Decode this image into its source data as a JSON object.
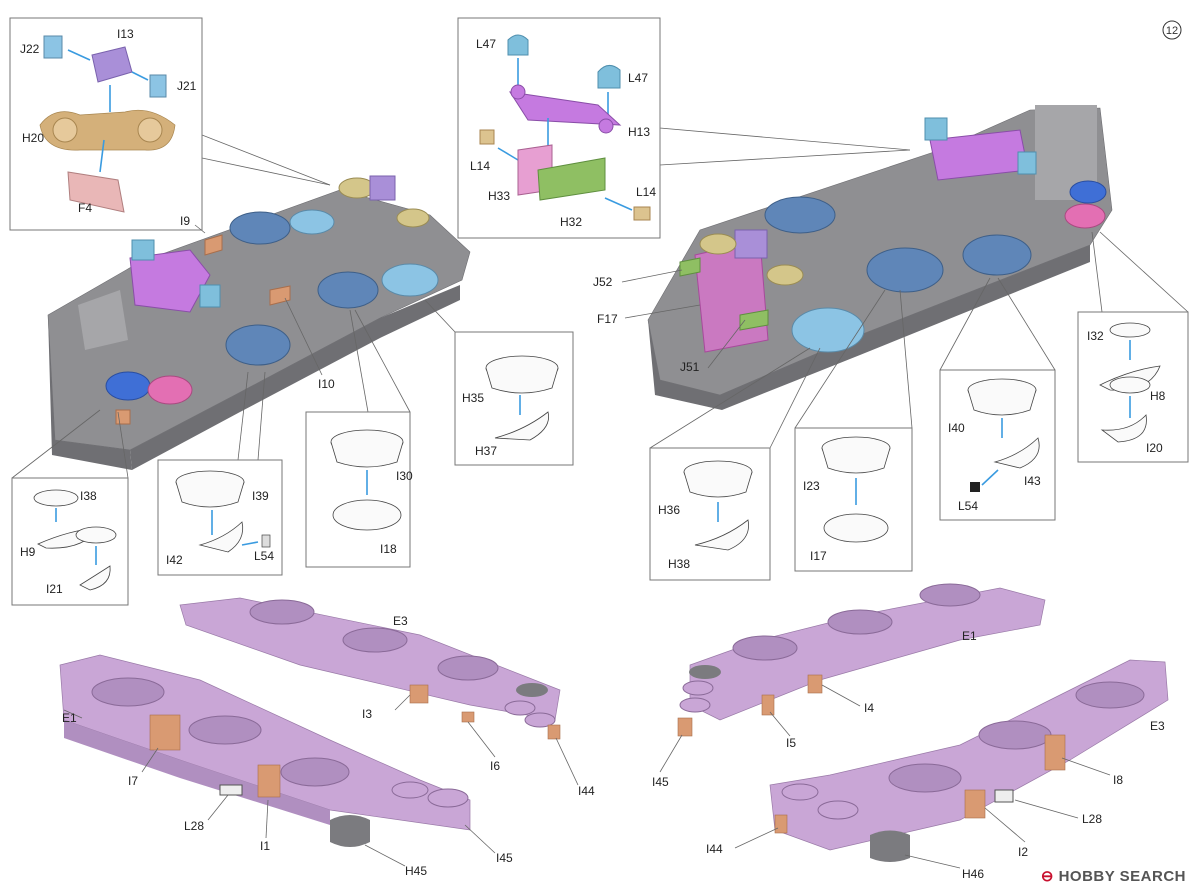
{
  "page_number": "12",
  "watermark": "HOBBY SEARCH",
  "colors": {
    "hull_grey": "#8f8f92",
    "lilac": "#c9a6d6",
    "blue_turret": "#5f86b8",
    "light_blue": "#8cc4e4",
    "pink": "#e36fb3",
    "purple": "#a98fd8",
    "tan": "#d4b07a",
    "green": "#8fbf63",
    "arrow": "#3a9be0"
  },
  "labels": {
    "J22": "J22",
    "I13": "I13",
    "J21": "J21",
    "H20": "H20",
    "F4": "F4",
    "I9": "I9",
    "I10": "I10",
    "L47a": "L47",
    "L47b": "L47",
    "H13": "H13",
    "L14a": "L14",
    "H33": "H33",
    "H32": "H32",
    "L14b": "L14",
    "J52": "J52",
    "F17": "F17",
    "J51": "J51",
    "I32": "I32",
    "H8": "H8",
    "I20": "I20",
    "I40": "I40",
    "I43": "I43",
    "L54b": "L54",
    "I23": "I23",
    "I17": "I17",
    "H36": "H36",
    "H38": "H38",
    "H35": "H35",
    "H37": "H37",
    "I30": "I30",
    "I18": "I18",
    "I39": "I39",
    "I42": "I42",
    "L54a": "L54",
    "I38": "I38",
    "H9": "H9",
    "I21": "I21",
    "E3a": "E3",
    "I3": "I3",
    "I6": "I6",
    "I44a": "I44",
    "E1a": "E1",
    "I7": "I7",
    "L28a": "L28",
    "I1": "I1",
    "H45": "H45",
    "I45a": "I45",
    "E1b": "E1",
    "I4": "I4",
    "I5": "I5",
    "I45b": "I45",
    "E3b": "E3",
    "I8": "I8",
    "L28b": "L28",
    "I44b": "I44",
    "I2": "I2",
    "H46": "H46"
  }
}
